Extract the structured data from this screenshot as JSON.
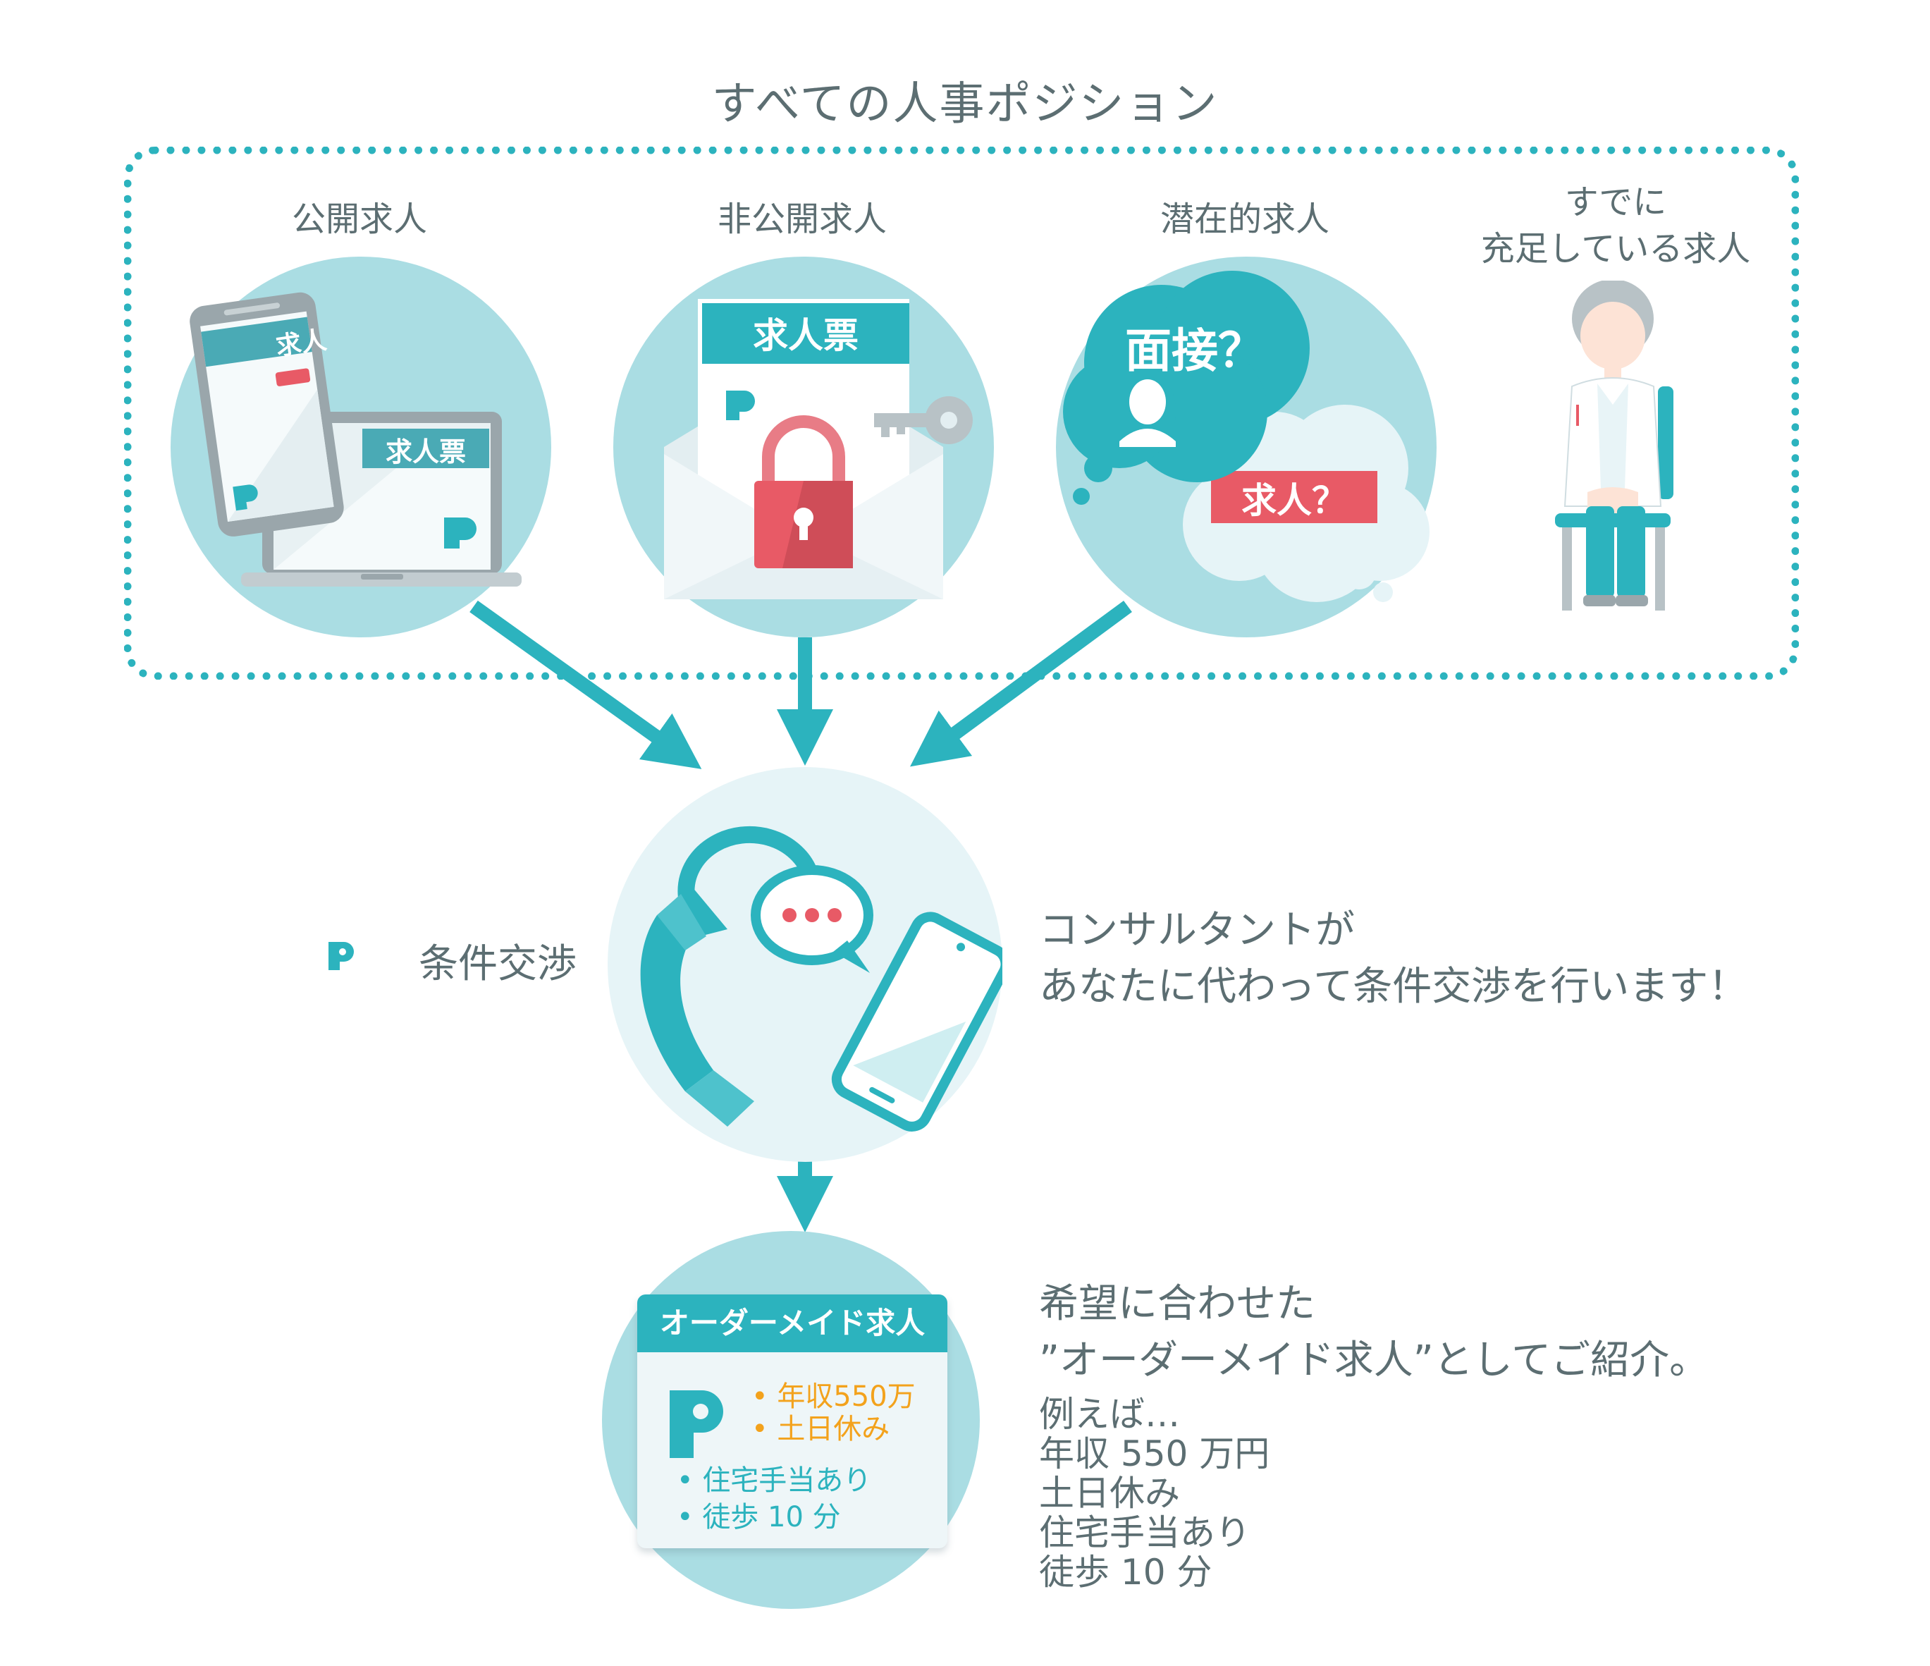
{
  "title": "すべての人事ポジション",
  "categories": [
    {
      "label": "公開求人"
    },
    {
      "label": "非公開求人"
    },
    {
      "label": "潜在的求人"
    },
    {
      "label_lines": [
        "すでに",
        "充足している求人"
      ]
    }
  ],
  "public_icon": {
    "phone_tag": "求人",
    "laptop_tag": "求人票"
  },
  "private_icon": {
    "doc_tag": "求人票"
  },
  "latent_icon": {
    "interview_q": "面接？",
    "job_q": "求人？"
  },
  "negotiation": {
    "label": "条件交渉",
    "desc_lines": [
      "コンサルタントが",
      "あなたに代わって条件交渉を行います！"
    ]
  },
  "tailored_card": {
    "header": "オーダーメイド求人",
    "highlight_items": [
      "年収550万",
      "土日休み"
    ],
    "items": [
      "住宅手当あり",
      "徒歩 10 分"
    ]
  },
  "result": {
    "desc_lines": [
      "希望に合わせた",
      "”オーダーメイド求人”としてご紹介。"
    ],
    "example_lines": [
      "例えば…",
      "年収 550 万円",
      "土日休み",
      "住宅手当あり",
      "徒歩 10 分"
    ]
  },
  "colors": {
    "teal": "#2cb3be",
    "light_teal": "#aadde3",
    "pale_blue": "#e6f4f7",
    "red": "#e85a66",
    "orange": "#f3a21c",
    "text_gray": "#5c6e72"
  }
}
